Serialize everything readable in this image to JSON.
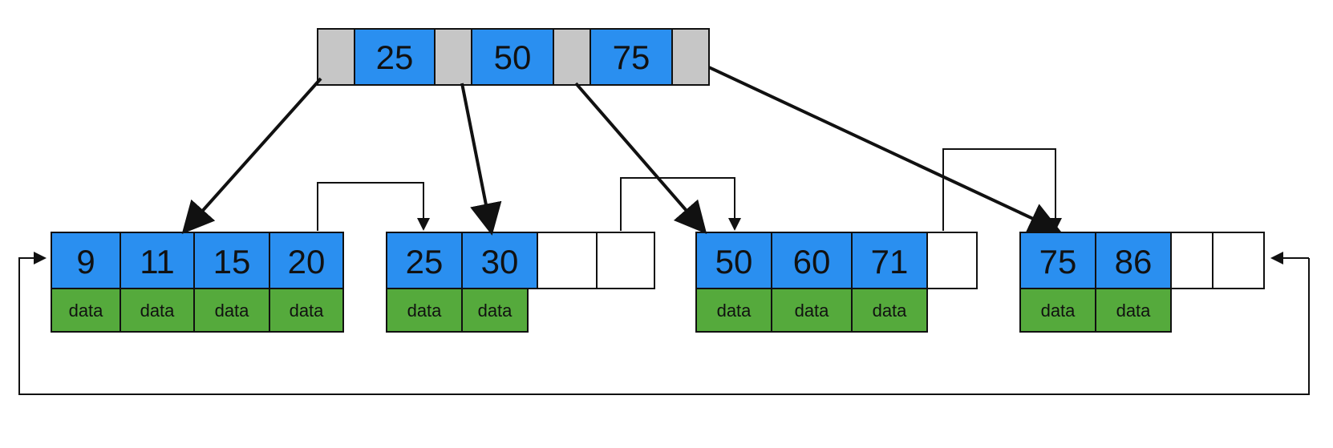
{
  "colors": {
    "key_fill": "#2a8ff0",
    "data_fill": "#55aa3c",
    "pointer_fill": "#c6c6c6",
    "empty_fill": "#ffffff",
    "stroke": "#111111"
  },
  "root": {
    "keys": [
      "25",
      "50",
      "75"
    ]
  },
  "leaves": [
    {
      "keys": [
        "9",
        "11",
        "15",
        "20"
      ],
      "data": [
        "data",
        "data",
        "data",
        "data"
      ],
      "capacity": 4
    },
    {
      "keys": [
        "25",
        "30"
      ],
      "data": [
        "data",
        "data"
      ],
      "capacity": 4
    },
    {
      "keys": [
        "50",
        "60",
        "71"
      ],
      "data": [
        "data",
        "data",
        "data"
      ],
      "capacity": 4
    },
    {
      "keys": [
        "75",
        "86"
      ],
      "data": [
        "data",
        "data"
      ],
      "capacity": 4
    }
  ]
}
